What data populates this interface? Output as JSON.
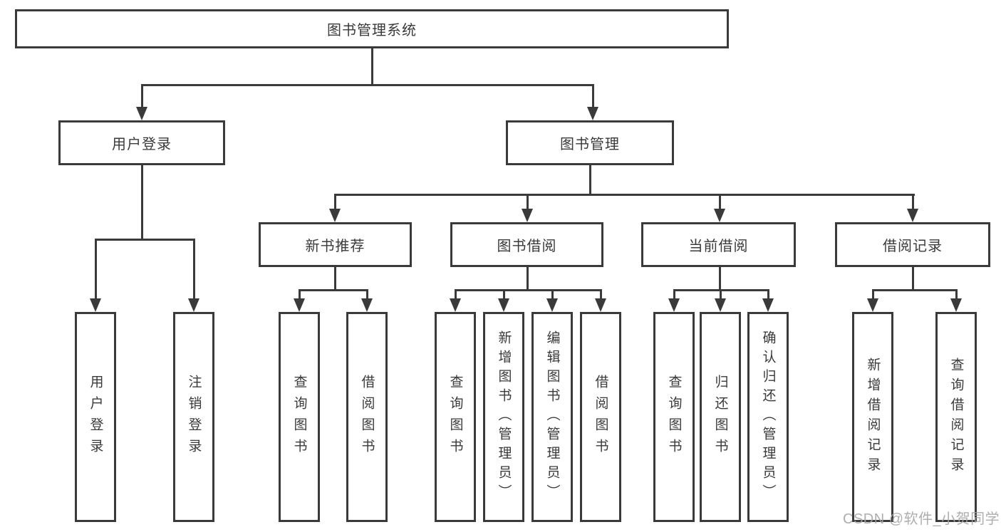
{
  "title": "图书管理系统",
  "watermark": "CSDN @软件_小贺同学",
  "colors": {
    "line": "#3a3a3a",
    "text": "#3a3a3a",
    "background": "#ffffff",
    "watermark": "#a5a5a5"
  },
  "nodes": {
    "root": "图书管理系统",
    "user_login": "用户登录",
    "book_mgmt": "图书管理",
    "new_book_rec": "新书推荐",
    "book_borrow": "图书借阅",
    "current_borrow": "当前借阅",
    "borrow_record": "借阅记录",
    "leaf_user_login": "用户登录",
    "leaf_logout": "注销登录",
    "leaf_nb_query": "查询图书",
    "leaf_nb_borrow": "借阅图书",
    "leaf_bb_query": "查询图书",
    "leaf_bb_add": "新增图书（管理员）",
    "leaf_bb_edit": "编辑图书（管理员）",
    "leaf_bb_borrow": "借阅图书",
    "leaf_cb_query": "查询图书",
    "leaf_cb_return": "归还图书",
    "leaf_cb_confirm": "确认归还（管理员）",
    "leaf_br_add": "新增借阅记录",
    "leaf_br_query": "查询借阅记录"
  }
}
